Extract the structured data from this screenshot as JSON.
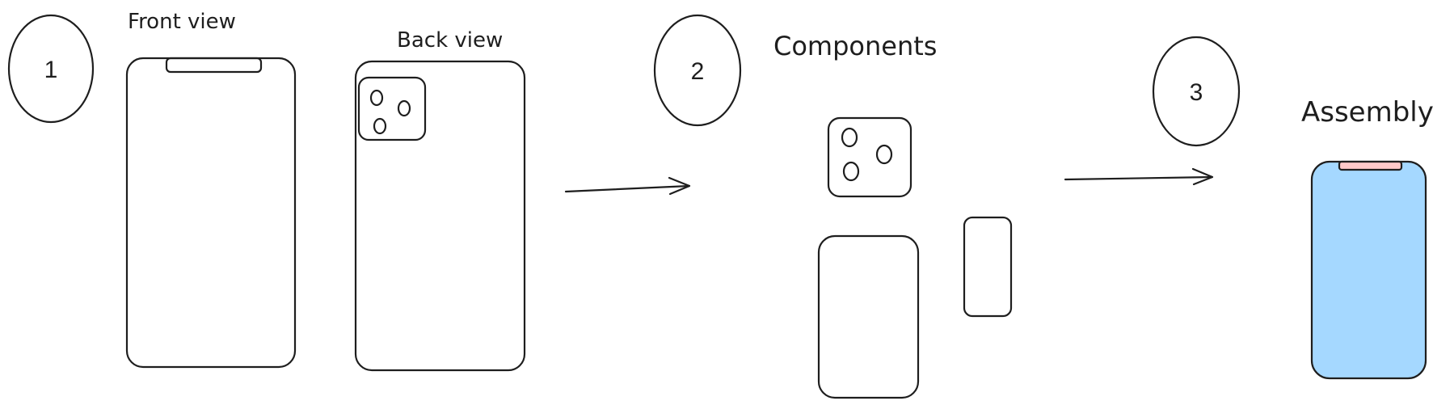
{
  "steps": [
    {
      "number": "1"
    },
    {
      "number": "2"
    },
    {
      "number": "3"
    }
  ],
  "labels": {
    "front_view": "Front view",
    "back_view": "Back view",
    "components": "Components",
    "assembly": "Assembly"
  },
  "colors": {
    "ink": "#1e1e1e",
    "assembly_fill": "#a5d8ff",
    "notch_fill": "#ffc9c9"
  }
}
